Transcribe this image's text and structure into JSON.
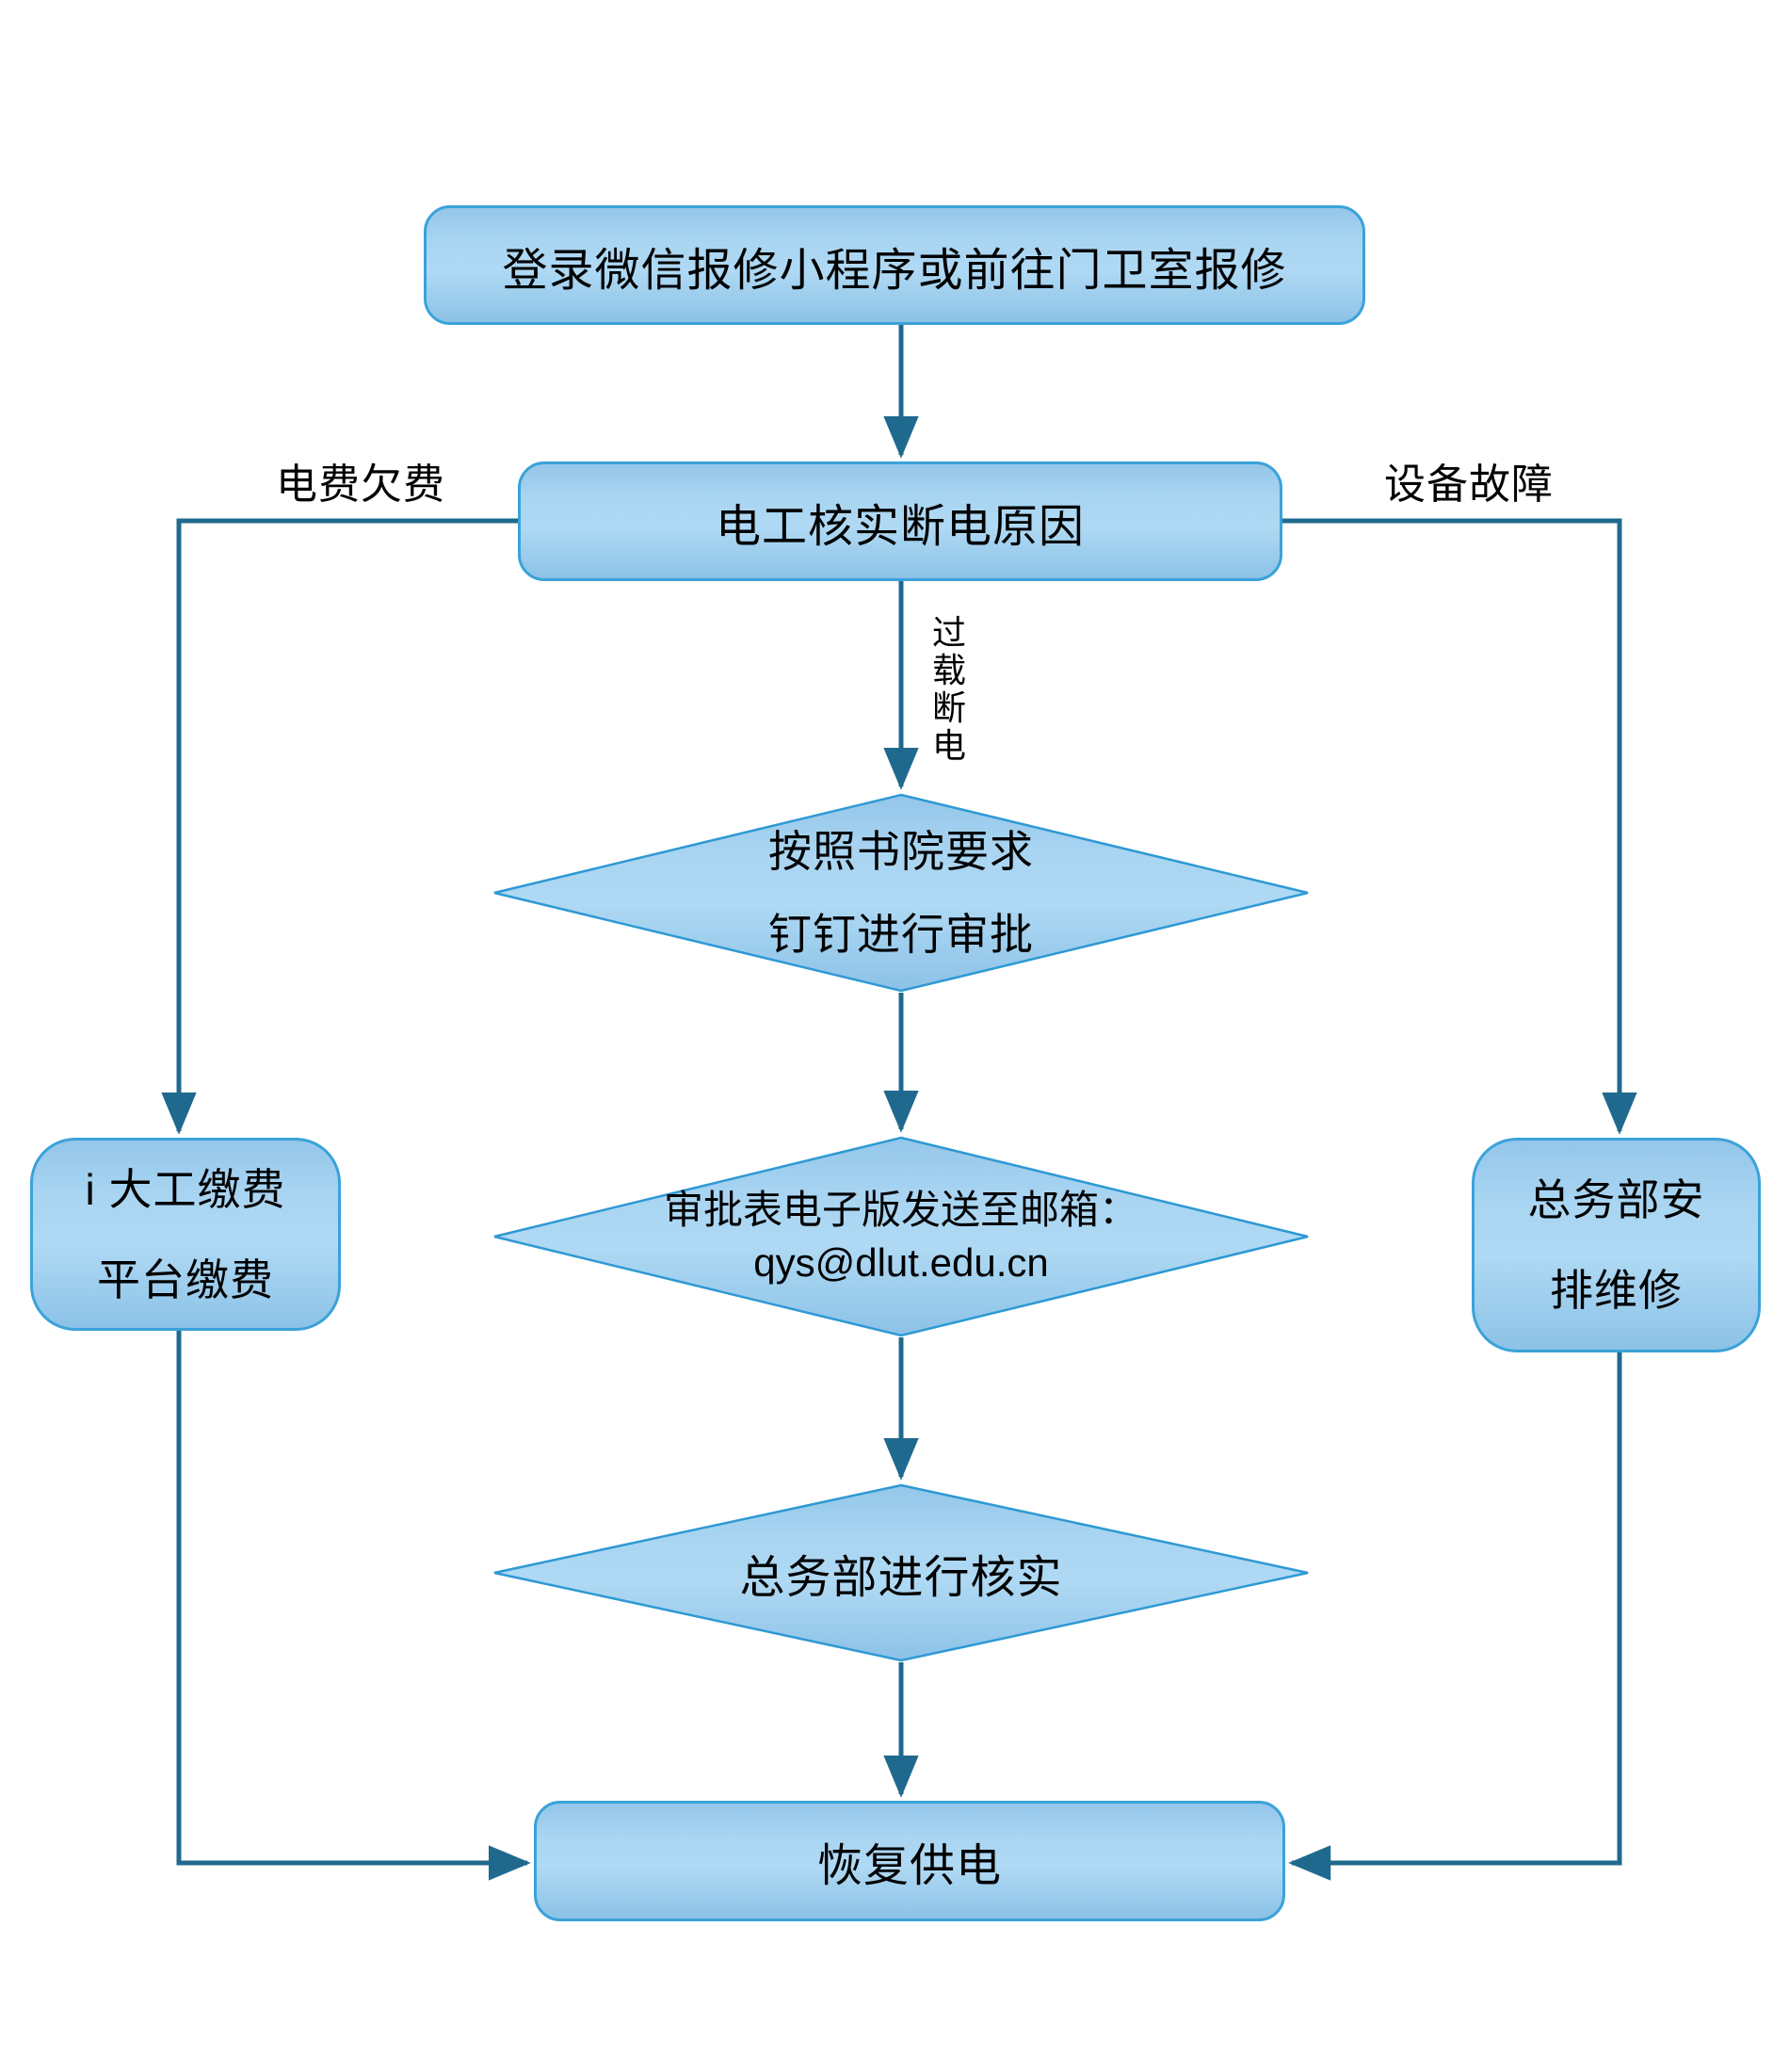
{
  "diagram": {
    "kind": "flowchart",
    "nodes": {
      "start": {
        "shape": "rounded-rectangle",
        "label": "登录微信报修小程序或前往门卫室报修"
      },
      "verify": {
        "shape": "rounded-rectangle",
        "label": "电工核实断电原因"
      },
      "approval": {
        "shape": "diamond",
        "lines": [
          "按照书院要求",
          "钉钉进行审批"
        ]
      },
      "email": {
        "shape": "diamond",
        "lines": [
          "审批表电子版发送至邮箱：",
          "qys@dlut.edu.cn"
        ]
      },
      "check": {
        "shape": "diamond",
        "label": "总务部进行核实"
      },
      "pay": {
        "shape": "rounded-rectangle",
        "lines": [
          "i 大工缴费",
          "平台缴费"
        ]
      },
      "repair": {
        "shape": "rounded-rectangle",
        "lines": [
          "总务部安",
          "排维修"
        ]
      },
      "end": {
        "shape": "rounded-rectangle",
        "label": "恢复供电"
      }
    },
    "edge_labels": {
      "fee_overdue": "电费欠费",
      "equipment_fault": "设备故障",
      "overload": "过载断电"
    },
    "edges": [
      {
        "from": "start",
        "to": "verify"
      },
      {
        "from": "verify",
        "to": "pay",
        "label": "电费欠费"
      },
      {
        "from": "verify",
        "to": "approval",
        "label": "过载断电"
      },
      {
        "from": "verify",
        "to": "repair",
        "label": "设备故障"
      },
      {
        "from": "approval",
        "to": "email"
      },
      {
        "from": "email",
        "to": "check"
      },
      {
        "from": "check",
        "to": "end"
      },
      {
        "from": "pay",
        "to": "end"
      },
      {
        "from": "repair",
        "to": "end"
      }
    ],
    "colors": {
      "shape_fill_top": "#94C6E9",
      "shape_fill_mid": "#AFD9F4",
      "shape_fill_bottom": "#8CC2E7",
      "shape_border": "#3AA2D9",
      "diamond_border": "#2E99D4",
      "connector": "#20698E",
      "text": "#000000",
      "background": "#FFFFFF"
    }
  }
}
